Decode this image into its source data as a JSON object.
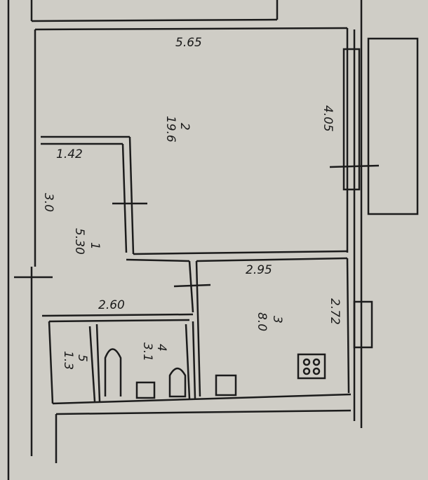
{
  "plan": {
    "dimensions": {
      "top_wall": "5.65",
      "right_wall_room2": "4.05",
      "room1_top": "1.42",
      "room1_left": "3.0",
      "room3_top": "2.95",
      "room3_right": "2.72",
      "corridor_bottom": "2.60"
    },
    "rooms": [
      {
        "number": "2",
        "area": "19.6"
      },
      {
        "number": "1",
        "area": "5.30"
      },
      {
        "number": "3",
        "area": "8.0"
      },
      {
        "number": "4",
        "area": "3.1"
      },
      {
        "number": "5",
        "area": "1.3"
      }
    ],
    "colors": {
      "paper": "#cfcdc6",
      "ink": "#1c1c1c"
    }
  }
}
